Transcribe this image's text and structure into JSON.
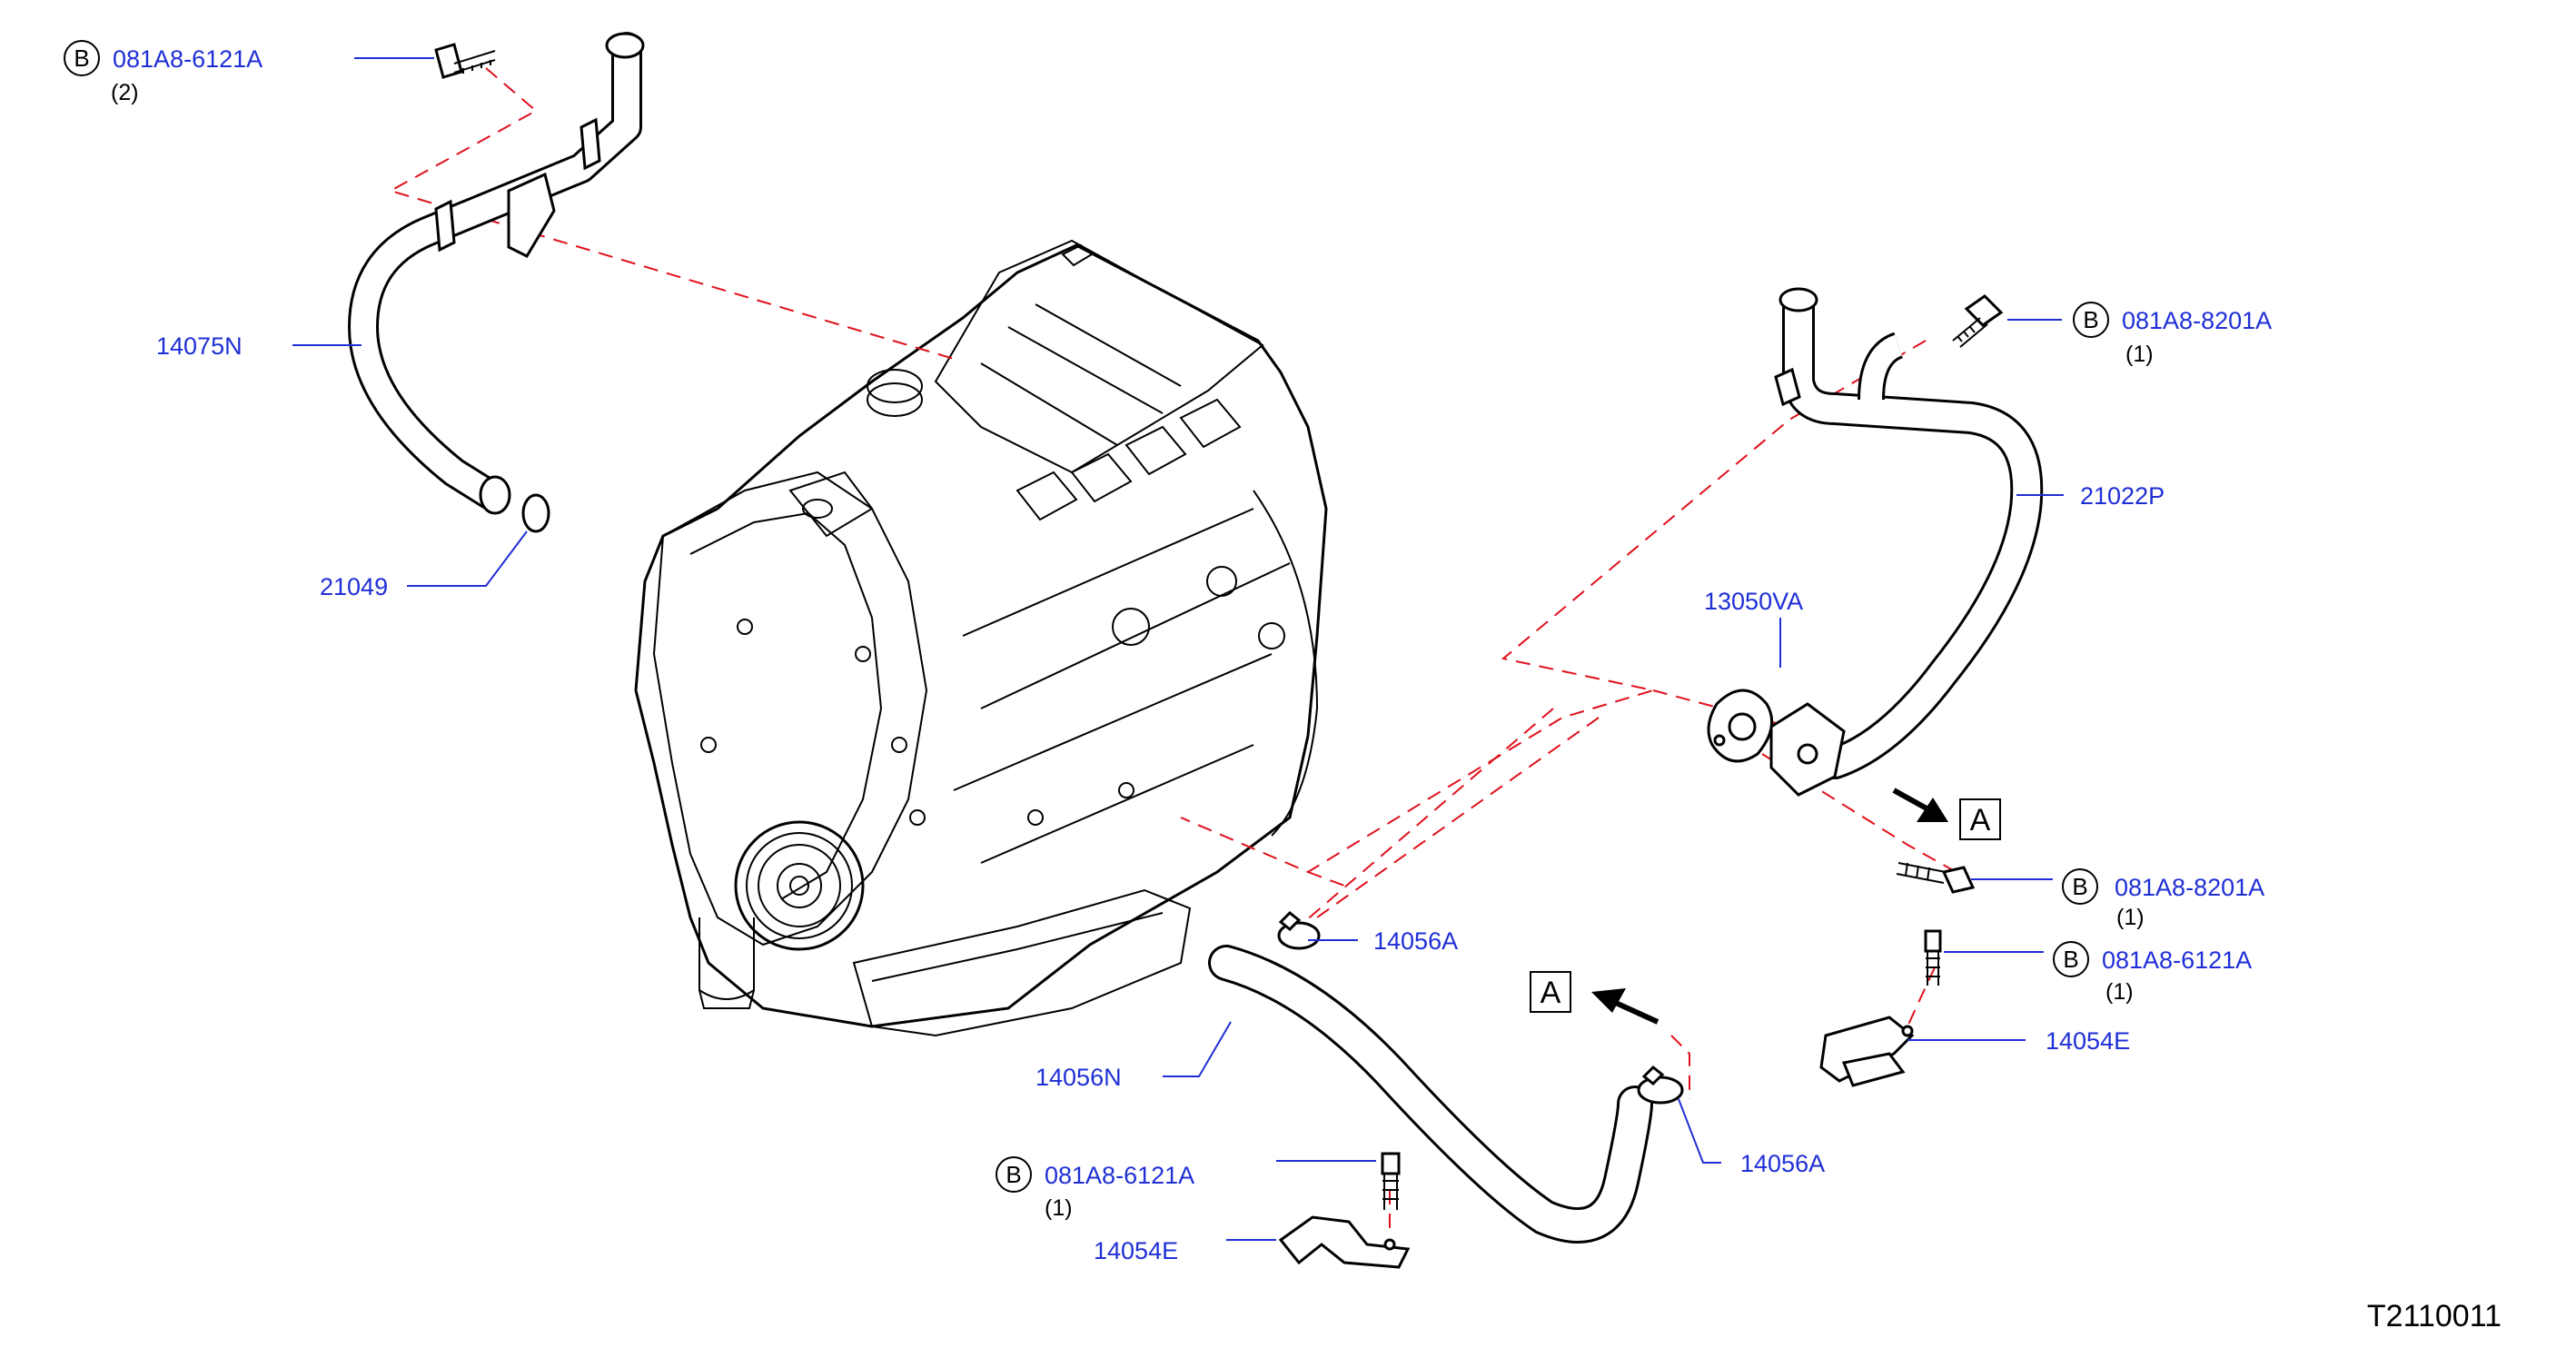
{
  "diagram_code": "T2110011",
  "bolt_prefix": "B",
  "ref_box": "A",
  "callouts": {
    "bolt_top_left": {
      "part": "081A8-6121A",
      "qty": "(2)"
    },
    "pipe_left": {
      "part": "14075N"
    },
    "oring_left": {
      "part": "21049"
    },
    "bolt_top_right": {
      "part": "081A8-8201A",
      "qty": "(1)"
    },
    "pipe_right": {
      "part": "21022P"
    },
    "gasket": {
      "part": "13050VA"
    },
    "bolt_mid_right": {
      "part": "081A8-8201A",
      "qty": "(1)"
    },
    "bolt_lower_right": {
      "part": "081A8-6121A",
      "qty": "(1)"
    },
    "bracket_right": {
      "part": "14054E"
    },
    "clamp_upper": {
      "part": "14056A"
    },
    "hose": {
      "part": "14056N"
    },
    "clamp_lower": {
      "part": "14056A"
    },
    "bolt_bottom": {
      "part": "081A8-6121A",
      "qty": "(1)"
    },
    "bracket_bottom": {
      "part": "14054E"
    }
  },
  "icons": [
    "engine-icon",
    "pipe-icon",
    "o-ring-icon",
    "bolt-icon",
    "gasket-icon",
    "hose-icon",
    "clamp-icon",
    "bracket-icon",
    "arrow-icon"
  ],
  "colors": {
    "label": "#1f2fd6",
    "dash": "#e0101b",
    "line": "#000000"
  }
}
